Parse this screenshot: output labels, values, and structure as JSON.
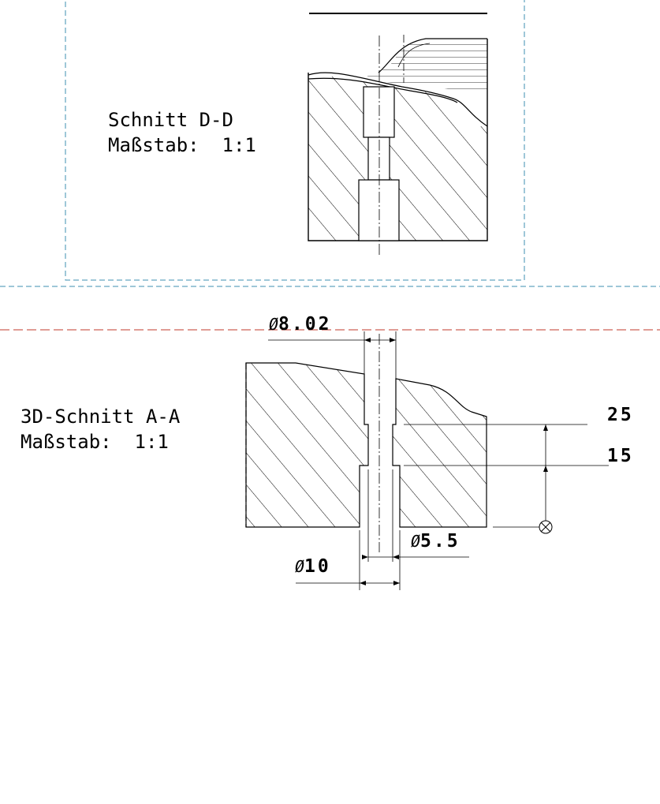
{
  "section_dd": {
    "title": "Schnitt D-D",
    "scale_label": "Maßstab:",
    "scale_value": "1:1"
  },
  "section_aa": {
    "title": "3D-Schnitt A-A",
    "scale_label": "Maßstab:",
    "scale_value": "1:1"
  },
  "dimensions": {
    "dia_top": "8.02",
    "dia_middle": "5.5",
    "dia_bottom": "10",
    "len_upper": "25",
    "len_lower": "15",
    "diameter_symbol": "Ø"
  },
  "colors": {
    "line": "#000000",
    "frame_dashed": "#3d8fb0",
    "section_line": "#c0392b"
  }
}
